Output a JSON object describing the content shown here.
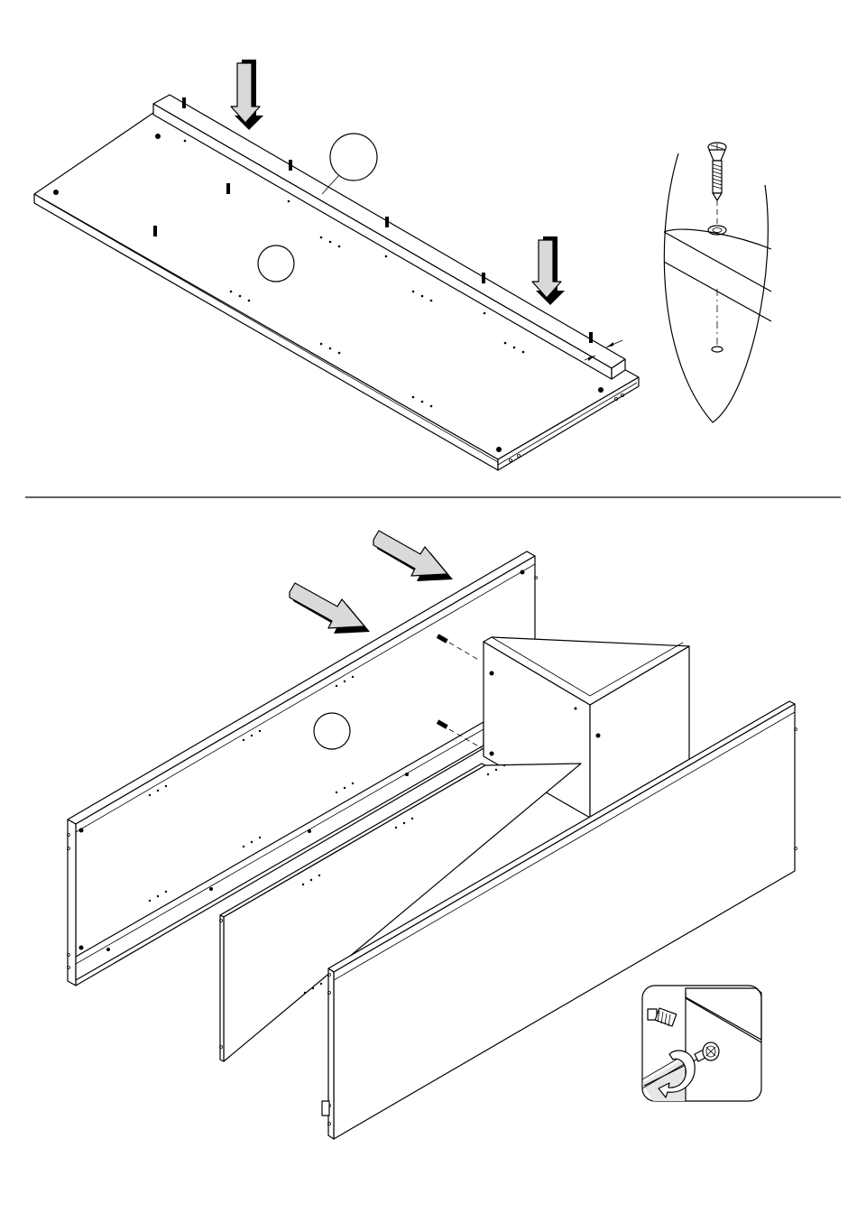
{
  "document": {
    "type": "assembly-instruction-sheet",
    "steps": [
      {
        "name": "upper-step",
        "parts": [
          "base-panel",
          "rail-batten"
        ],
        "fasteners": [
          "dowel",
          "screw"
        ],
        "callouts": [
          "part-circle",
          "rail-circle"
        ],
        "detail": "screw-into-predrilled-hole",
        "arrows": 2,
        "arrow_direction": "down"
      },
      {
        "name": "lower-step",
        "parts": [
          "back-panel",
          "divider-panel",
          "left-side-panel",
          "front-panel"
        ],
        "fasteners": [
          "dowel",
          "cam-lock"
        ],
        "callouts": [
          "part-circle"
        ],
        "detail": "cam-lock-turn-clockwise",
        "arrows": 2,
        "arrow_direction": "down-right"
      }
    ]
  },
  "colors": {
    "line": "#000000",
    "paper": "#ffffff",
    "arrow_fill": "#d9d9d9",
    "inset_shade": "#e6e6e6"
  }
}
